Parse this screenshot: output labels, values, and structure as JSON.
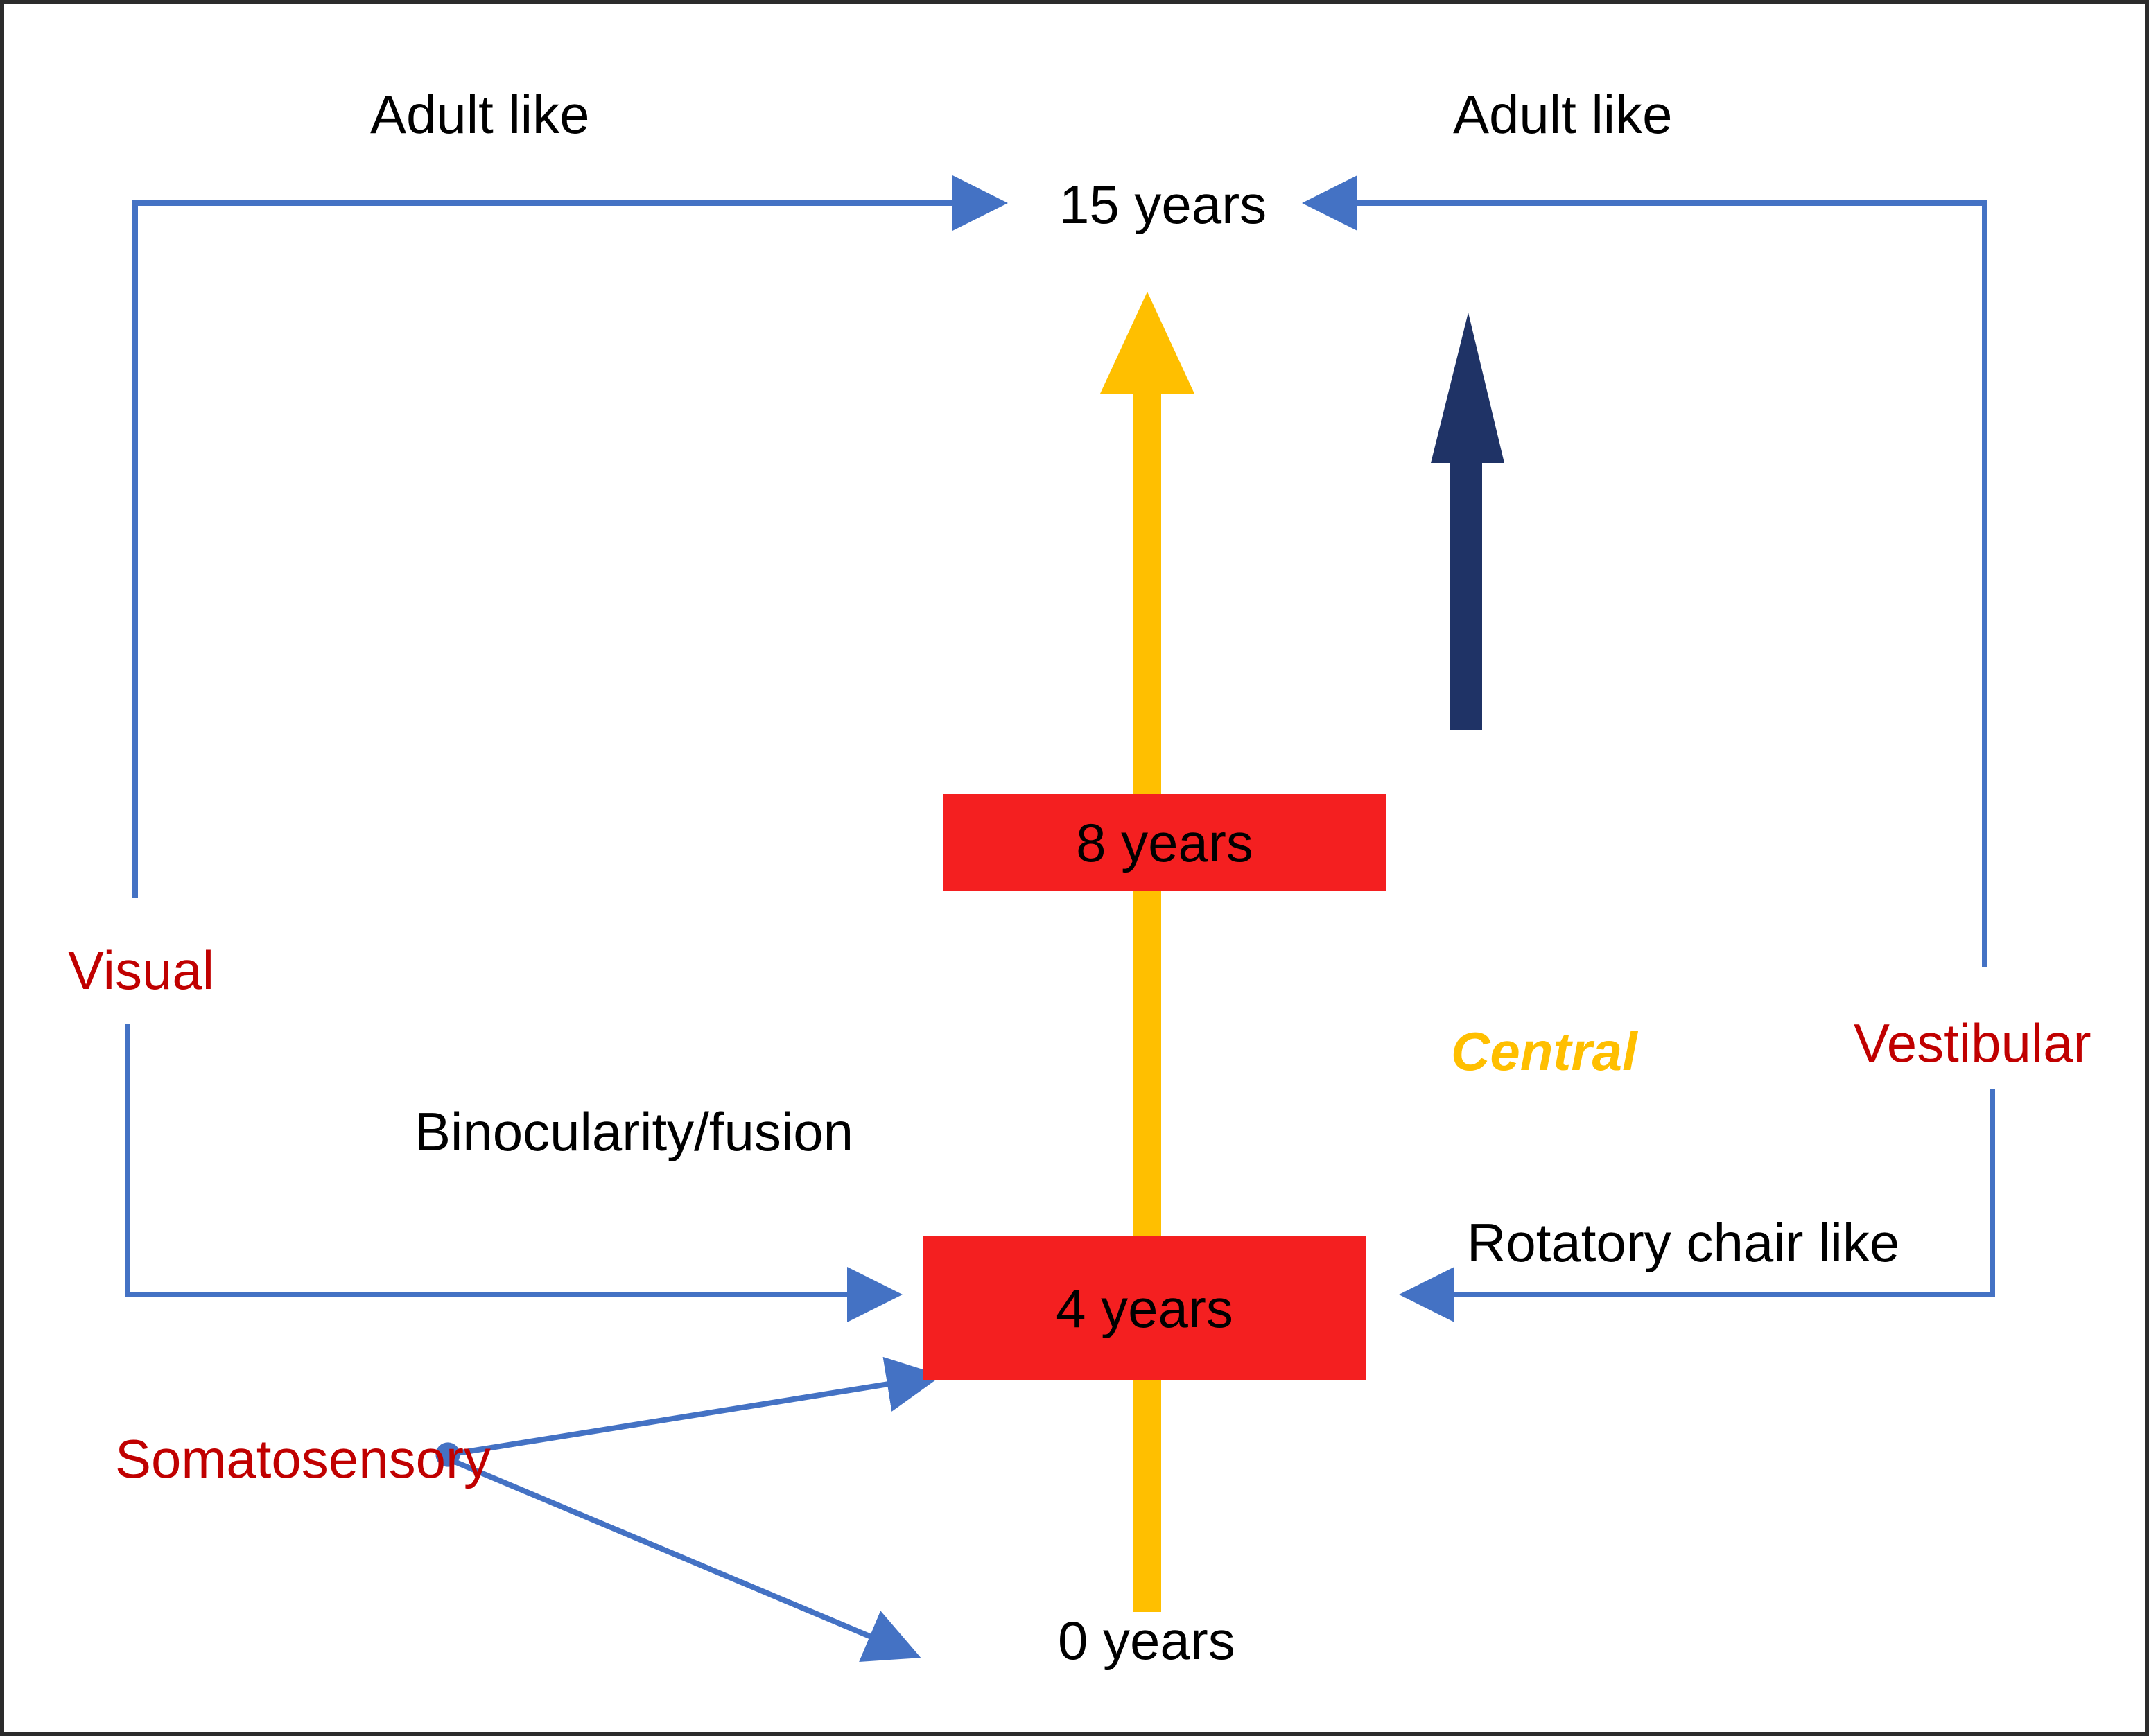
{
  "diagram": {
    "title_text_color": "#000000",
    "colors": {
      "red_box": "#f41f20",
      "red_label": "#c00000",
      "central_yellow": "#ffbf00",
      "vestibular_navy": "#1f3366",
      "connector_blue": "#4472c4",
      "frame": "#2b2b2b",
      "background": "#ffffff"
    },
    "timeline": {
      "top_label": "15 years",
      "bottom_label": "0 years",
      "milestones": [
        {
          "label": "8 years"
        },
        {
          "label": "4 years"
        }
      ]
    },
    "top_annotations": [
      {
        "label": "Adult like",
        "side": "left"
      },
      {
        "label": "Adult like",
        "side": "right"
      }
    ],
    "systems": [
      {
        "label": "Visual",
        "side": "left"
      },
      {
        "label": "Somatosensory",
        "side": "bottom-left"
      },
      {
        "label": "Vestibular",
        "side": "right"
      },
      {
        "label": "Central",
        "side": "middle-right",
        "style": "bold-italic"
      }
    ],
    "descriptors": [
      {
        "label": "Binocularity/fusion",
        "side": "left"
      },
      {
        "label": "Rotatory chair like",
        "side": "right"
      }
    ],
    "arrows": {
      "central_arrow": {
        "color": "#ffbf00",
        "direction": "up",
        "name": "central-maturation-arrow"
      },
      "vestibular_arrow": {
        "color": "#1f3366",
        "direction": "up",
        "name": "vestibular-maturation-arrow"
      }
    }
  }
}
